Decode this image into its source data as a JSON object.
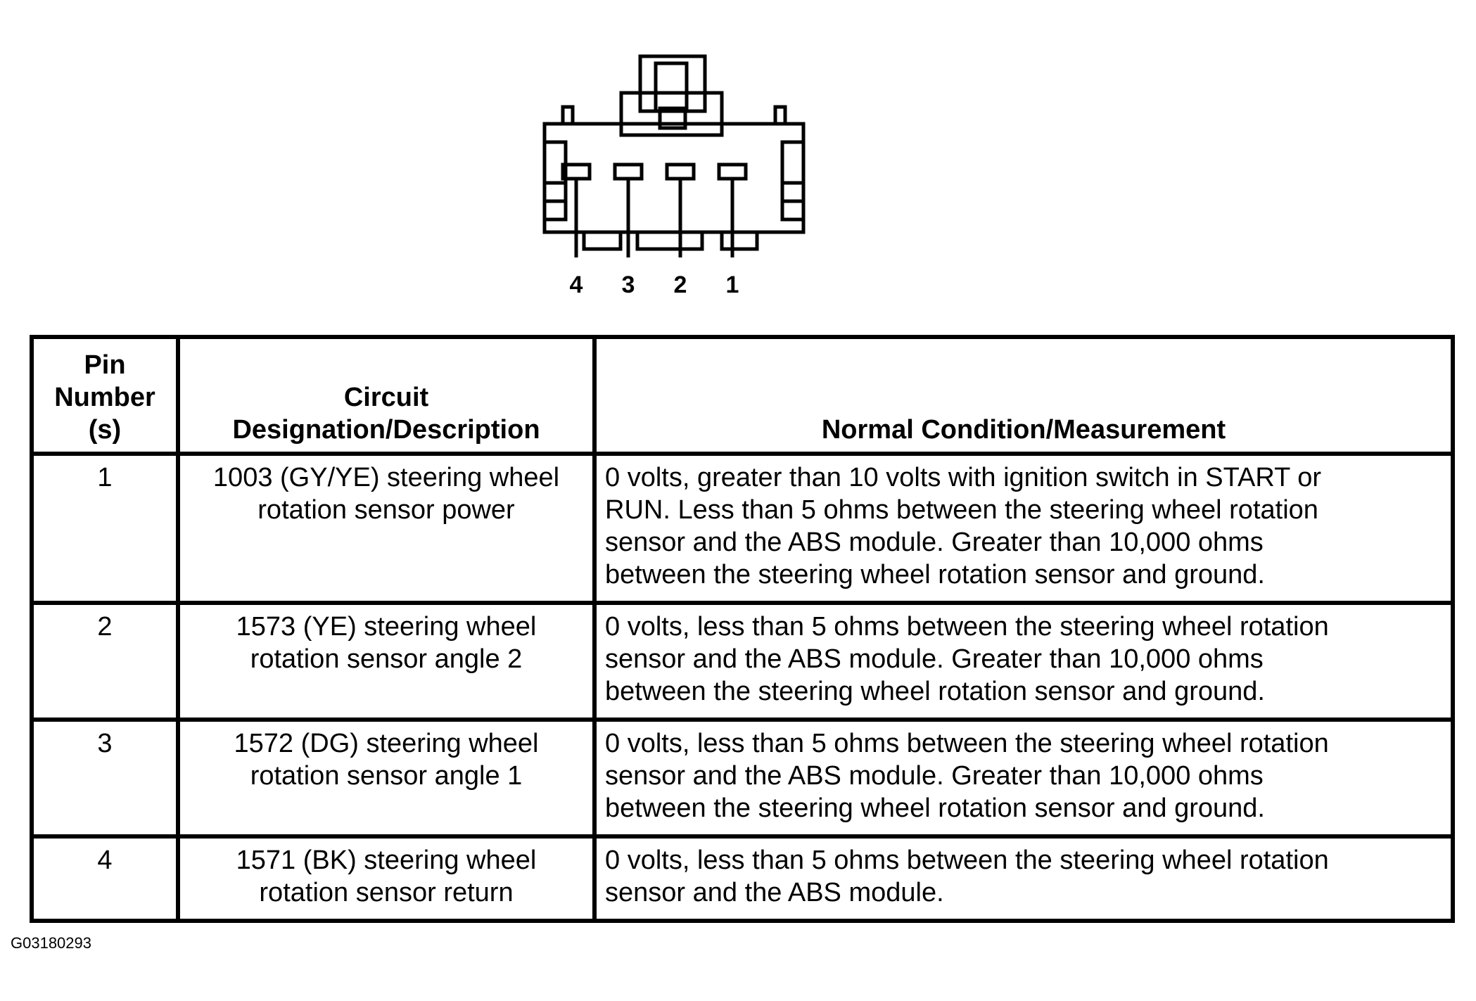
{
  "connector": {
    "pin_labels": [
      "4",
      "3",
      "2",
      "1"
    ]
  },
  "table": {
    "headers": {
      "pin": [
        "Pin",
        "Number",
        "(s)"
      ],
      "circuit": [
        "Circuit",
        "Designation/Description"
      ],
      "normal": [
        "Normal Condition/Measurement"
      ]
    },
    "rows": [
      {
        "pin": "1",
        "circuit": [
          "1003 (GY/YE) steering wheel",
          "rotation sensor power"
        ],
        "normal": [
          "0 volts, greater than 10 volts with ignition switch in START or",
          "RUN. Less than 5 ohms between the steering wheel rotation",
          "sensor and the ABS module. Greater than 10,000 ohms",
          "between the steering wheel rotation sensor and ground."
        ]
      },
      {
        "pin": "2",
        "circuit": [
          "1573 (YE) steering wheel",
          "rotation sensor angle 2"
        ],
        "normal": [
          "0 volts, less than 5 ohms between the steering wheel rotation",
          "sensor and the ABS module. Greater than 10,000 ohms",
          "between the steering wheel rotation sensor and ground."
        ]
      },
      {
        "pin": "3",
        "circuit": [
          "1572 (DG) steering wheel",
          "rotation sensor angle 1"
        ],
        "normal": [
          "0 volts, less than 5 ohms between the steering wheel rotation",
          "sensor and the ABS module. Greater than 10,000 ohms",
          "between the steering wheel rotation sensor and ground."
        ]
      },
      {
        "pin": "4",
        "circuit": [
          "1571 (BK) steering wheel",
          "rotation sensor return"
        ],
        "normal": [
          "0 volts, less than 5 ohms between the steering wheel rotation",
          "sensor and the ABS module."
        ]
      }
    ]
  },
  "figure_code": "G03180293"
}
